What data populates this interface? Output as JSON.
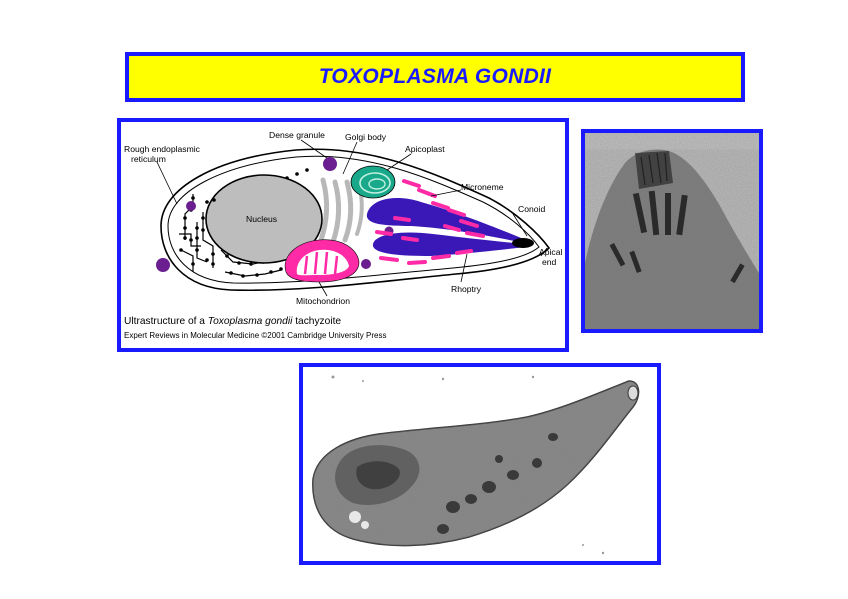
{
  "title": "TOXOPLASMA GONDII",
  "diagram": {
    "labels": {
      "rough_er_line1": "Rough endoplasmic",
      "rough_er_line2": "reticulum",
      "dense_granule": "Dense granule",
      "golgi_body": "Golgi body",
      "apicoplast": "Apicoplast",
      "microneme": "Microneme",
      "conoid": "Conoid",
      "apical_line1": "Apical",
      "apical_line2": "end",
      "nucleus": "Nucleus",
      "mitochondrion": "Mitochondrion",
      "rhoptry": "Rhoptry"
    },
    "caption_prefix": "Ultrastructure of a ",
    "caption_italic": "Toxoplasma gondii",
    "caption_suffix": " tachyzoite",
    "copyright": "Expert Reviews in Molecular Medicine ©2001 Cambridge University Press"
  },
  "colors": {
    "frame_blue": "#1a1aff",
    "title_yellow": "#ffff00",
    "dense_granule_purple": "#6a1e8f",
    "apicoplast_green": "#1aa88a",
    "microneme_pink": "#ff2aa6",
    "rhoptry_blue": "#3a18b8",
    "nucleus_gray": "#bdbdbd",
    "golgi_gray": "#b8b8b8"
  }
}
